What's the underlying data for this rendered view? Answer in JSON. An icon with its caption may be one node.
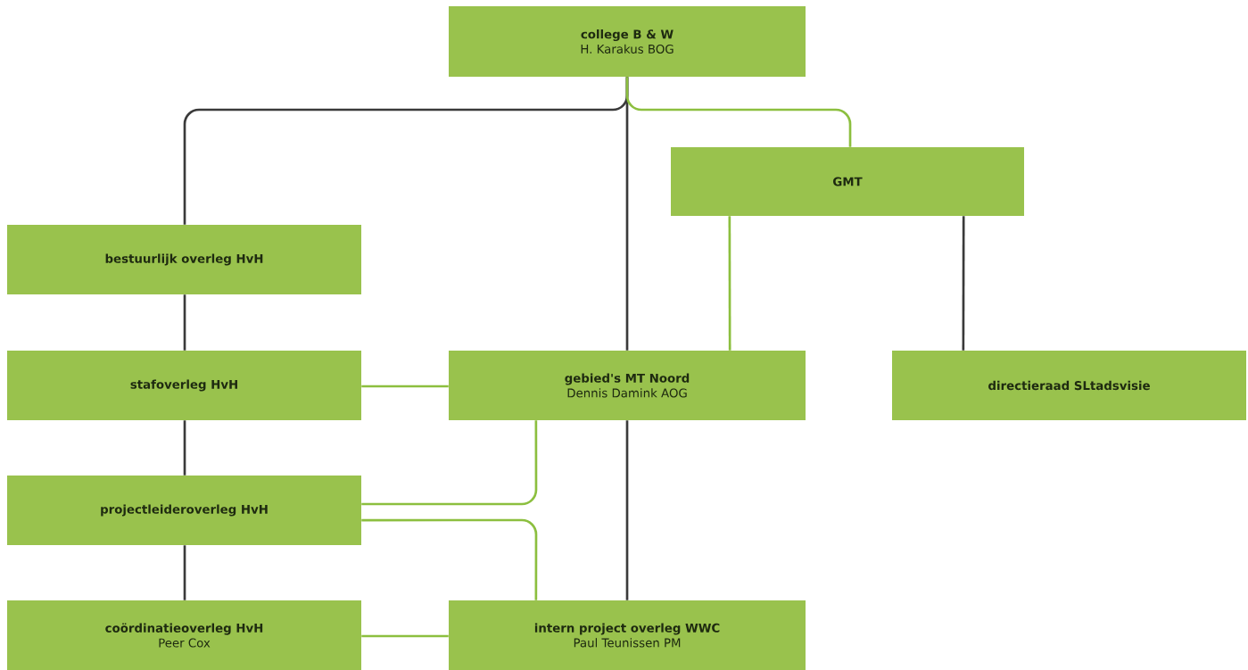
{
  "diagram": {
    "nodes": [
      {
        "text": [
          "college B & W",
          "H. Karakus BOG"
        ]
      },
      {
        "text": [
          "GMT"
        ]
      },
      {
        "text": [
          "bestuurlijk overleg HvH"
        ]
      },
      {
        "text": [
          "stafoverleg HvH"
        ]
      },
      {
        "text": [
          "gebied's MT Noord",
          "Dennis Damink AOG"
        ]
      },
      {
        "text": [
          "directieraad SLtadsvisie"
        ]
      },
      {
        "text": [
          "projectleideroverleg HvH"
        ]
      },
      {
        "text": [
          "coördinatieoverleg HvH",
          "Peer Cox"
        ]
      },
      {
        "text": [
          "intern project overleg WWC",
          "Paul Teunissen PM"
        ]
      }
    ],
    "edges": [
      {
        "from": 0,
        "to": 2,
        "arrow": "none"
      },
      {
        "from": 0,
        "to": 4,
        "arrow": "none"
      },
      {
        "from": 0,
        "to": 1,
        "arrow": "none",
        "color": "#8cbf3f"
      },
      {
        "from": 1,
        "to": 4,
        "arrow": "none",
        "color": "#8cbf3f"
      },
      {
        "from": 1,
        "to": 5,
        "arrow": "none"
      },
      {
        "from": 2,
        "to": 3,
        "arrow": "none"
      },
      {
        "from": 3,
        "to": 4,
        "arrow": "none",
        "color": "#8cbf3f"
      },
      {
        "from": 3,
        "to": 6,
        "arrow": "none"
      },
      {
        "from": 4,
        "to": 6,
        "arrow": "none",
        "color": "#8cbf3f"
      },
      {
        "from": 6,
        "to": 8,
        "arrow": "none",
        "color": "#8cbf3f"
      },
      {
        "from": 6,
        "to": 7,
        "arrow": "none"
      },
      {
        "from": 4,
        "to": 8,
        "arrow": "none"
      },
      {
        "from": 7,
        "to": 8,
        "arrow": "none",
        "color": "#8cbf3f"
      }
    ]
  }
}
